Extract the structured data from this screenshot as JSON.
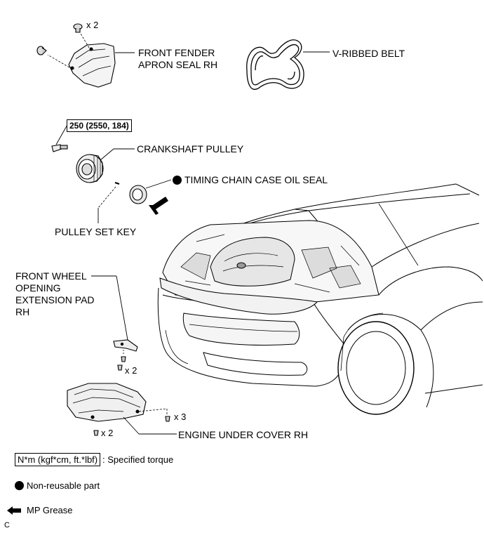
{
  "labels": {
    "front_fender_apron_seal_line1": "FRONT FENDER",
    "front_fender_apron_seal_line2": "APRON SEAL RH",
    "v_ribbed_belt": "V-RIBBED BELT",
    "crankshaft_pulley": "CRANKSHAFT PULLEY",
    "timing_chain_case_oil_seal": "TIMING CHAIN CASE OIL SEAL",
    "pulley_set_key": "PULLEY SET KEY",
    "front_wheel_pad_line1": "FRONT WHEEL",
    "front_wheel_pad_line2": "OPENING",
    "front_wheel_pad_line3": "EXTENSION PAD",
    "front_wheel_pad_line4": "RH",
    "engine_under_cover": "ENGINE UNDER COVER RH"
  },
  "quantities": {
    "apron_seal_clip": "x 2",
    "pad_clip": "x 2",
    "under_cover_left": "x 2",
    "under_cover_right": "x 3"
  },
  "torque": {
    "crankshaft_bolt": "250 (2550, 184)"
  },
  "legend": {
    "torque_unit": "N*m (kgf*cm, ft.*lbf)",
    "torque_text": ": Specified torque",
    "non_reusable": "Non-reusable part",
    "grease": "MP Grease"
  },
  "corner_code": "C"
}
